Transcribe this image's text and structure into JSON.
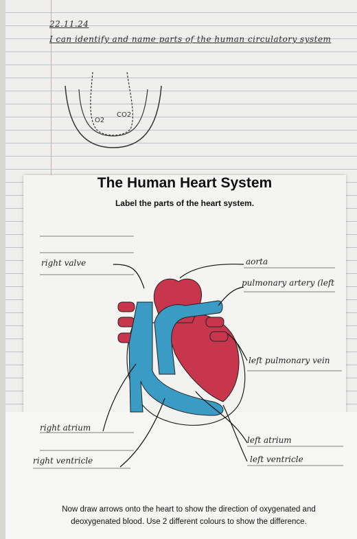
{
  "notebook": {
    "date": "22.11.24",
    "objective": "I can identify and name parts of the human circulatory system",
    "sketch_labels": {
      "o2": "O2",
      "co2": "CO2"
    }
  },
  "worksheet": {
    "title": "The Human Heart System",
    "subtitle": "Label the parts of the heart system.",
    "instructions": "Now draw arrows onto the heart to show the direction of oxygenated and deoxygenated blood. Use 2 different colours to show the difference."
  },
  "labels": {
    "right_valve": "right valve",
    "aorta": "aorta",
    "pulmonary_artery_left": "pulmonary artery (left",
    "left_pulmonary_vein": "left pulmonary vein",
    "right_atrium": "right atrium",
    "right_ventricle": "right ventricle",
    "left_atrium": "left atrium",
    "left_ventricle": "left ventricle"
  },
  "colors": {
    "oxygenated": "#c8364e",
    "deoxygenated": "#3a9bc4"
  }
}
